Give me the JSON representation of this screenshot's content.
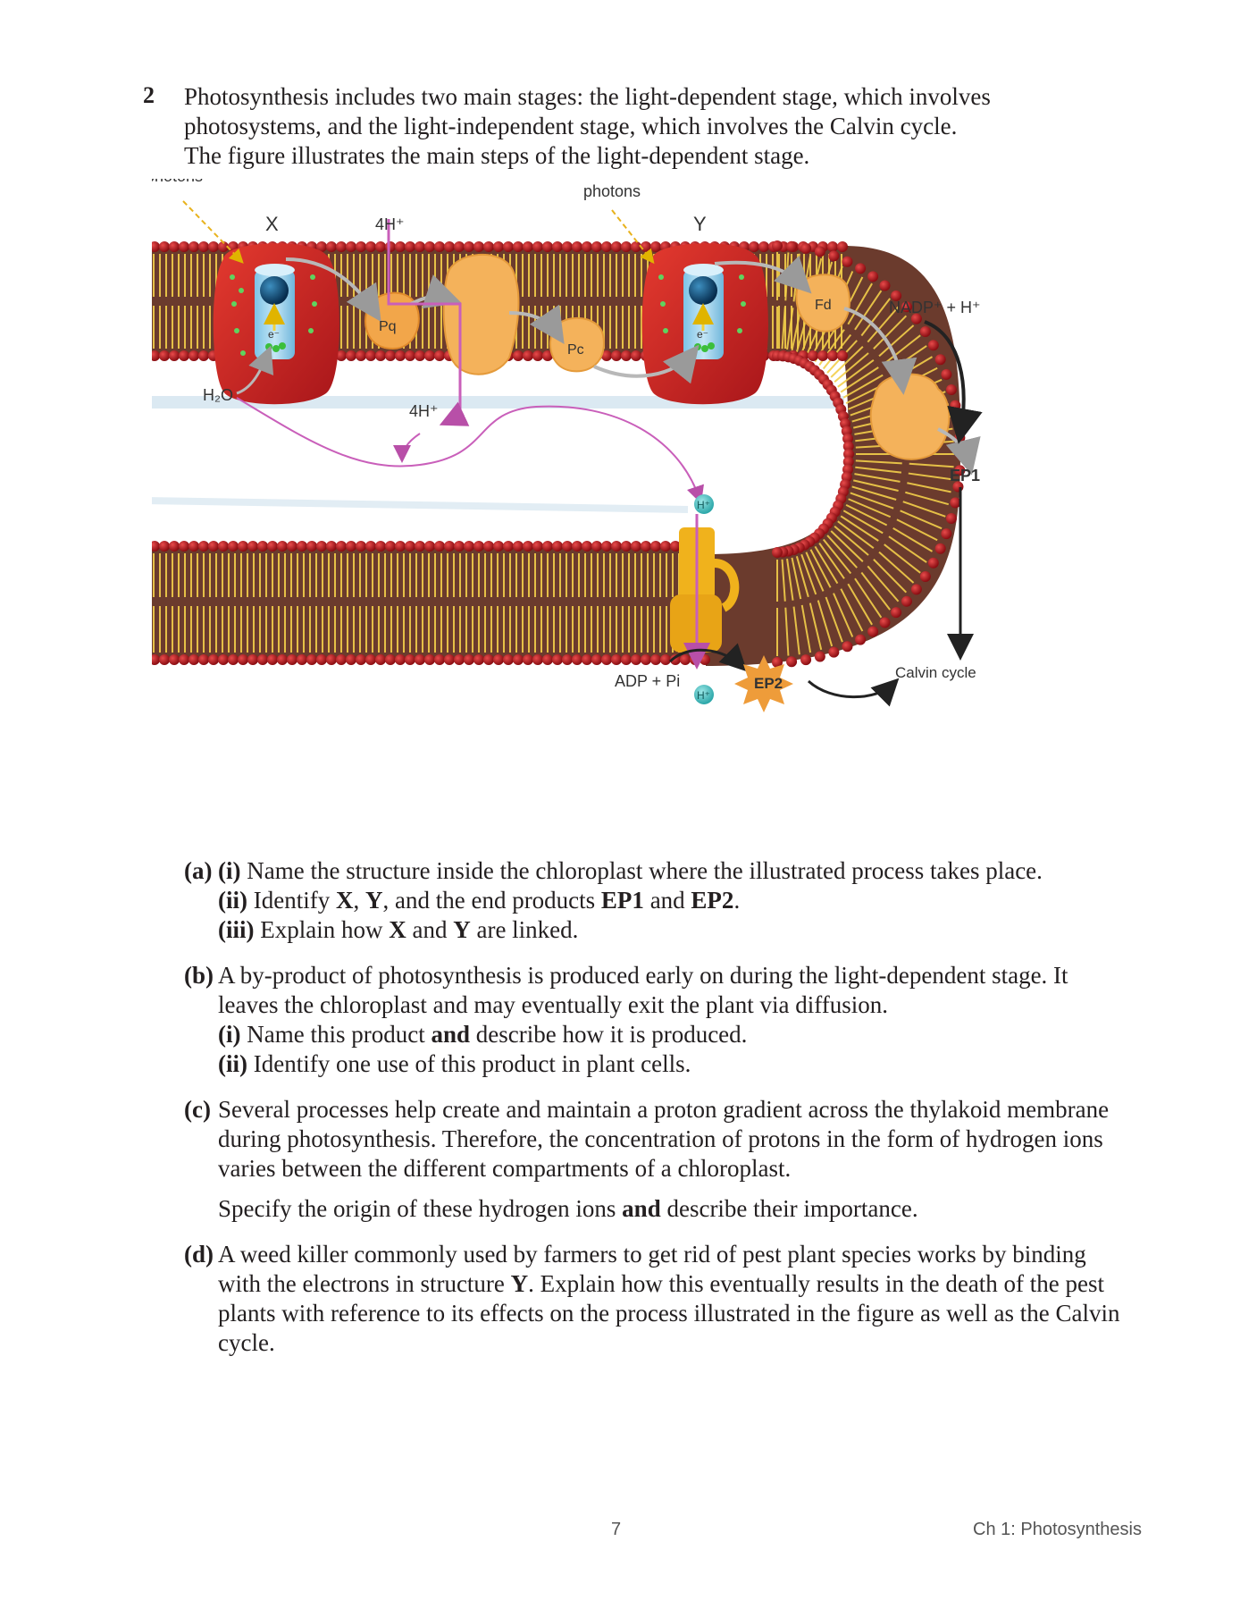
{
  "question": {
    "number": "2",
    "intro_lines": [
      "Photosynthesis includes two main stages: the light-dependent stage, which involves",
      "photosystems, and the light-independent stage, which involves the Calvin cycle.",
      "The figure illustrates the main steps of the light-dependent stage."
    ]
  },
  "figure": {
    "photons_left": "photons",
    "photons_mid": "photons",
    "x_label": "X",
    "y_label": "Y",
    "h4_top": "4H⁺",
    "h4_mid": "4H⁺",
    "pq": "Pq",
    "pc": "Pc",
    "fd": "Fd",
    "e_left": "e⁻",
    "e_right": "e⁻",
    "h2o": "H₂O",
    "nadp": "NADP⁺ + H⁺",
    "ep1": "EP1",
    "ep2": "EP2",
    "h_ion_top": "H⁺",
    "h_ion_bottom": "H⁺",
    "adp": "ADP + Pi",
    "calvin": "Calvin cycle"
  },
  "parts": [
    {
      "label": "(a)",
      "lines": [
        {
          "segments": [
            {
              "b": true,
              "t": "(i)"
            },
            {
              "t": " Name the structure inside the chloroplast where the illustrated process takes place."
            }
          ]
        },
        {
          "segments": [
            {
              "b": true,
              "t": "(ii)"
            },
            {
              "t": " Identify "
            },
            {
              "b": true,
              "t": "X"
            },
            {
              "t": ", "
            },
            {
              "b": true,
              "t": "Y"
            },
            {
              "t": ", and the end products "
            },
            {
              "b": true,
              "t": "EP1"
            },
            {
              "t": " and "
            },
            {
              "b": true,
              "t": "EP2"
            },
            {
              "t": "."
            }
          ]
        },
        {
          "segments": [
            {
              "b": true,
              "t": "(iii)"
            },
            {
              "t": " Explain how "
            },
            {
              "b": true,
              "t": "X"
            },
            {
              "t": " and "
            },
            {
              "b": true,
              "t": "Y"
            },
            {
              "t": " are linked."
            }
          ]
        }
      ]
    },
    {
      "label": "(b)",
      "lines": [
        {
          "segments": [
            {
              "t": "A by-product of photosynthesis is produced early on during the light-dependent stage. It"
            }
          ]
        },
        {
          "segments": [
            {
              "t": "leaves the chloroplast and may eventually exit the plant via diffusion."
            }
          ]
        },
        {
          "segments": [
            {
              "b": true,
              "t": "(i)"
            },
            {
              "t": " Name this product "
            },
            {
              "b": true,
              "t": "and"
            },
            {
              "t": " describe how it is produced."
            }
          ]
        },
        {
          "segments": [
            {
              "b": true,
              "t": "(ii)"
            },
            {
              "t": " Identify one use of this product in plant cells."
            }
          ]
        }
      ]
    },
    {
      "label": "(c)",
      "lines": [
        {
          "segments": [
            {
              "t": "Several processes help create and maintain a proton gradient across the thylakoid membrane"
            }
          ]
        },
        {
          "segments": [
            {
              "t": "during photosynthesis. Therefore, the concentration of protons in the form of hydrogen ions"
            }
          ]
        },
        {
          "segments": [
            {
              "t": "varies between the different compartments of a chloroplast."
            }
          ]
        },
        {
          "gap": true
        },
        {
          "segments": [
            {
              "t": "Specify the origin of these hydrogen ions "
            },
            {
              "b": true,
              "t": "and"
            },
            {
              "t": " describe their importance."
            }
          ]
        }
      ]
    },
    {
      "label": "(d)",
      "lines": [
        {
          "segments": [
            {
              "t": "A weed killer commonly used by farmers to get rid of pest plant species works by binding"
            }
          ]
        },
        {
          "segments": [
            {
              "t": "with the electrons in structure "
            },
            {
              "b": true,
              "t": "Y"
            },
            {
              "t": ". Explain how this eventually results in the death of the pest"
            }
          ]
        },
        {
          "segments": [
            {
              "t": "plants with reference to its effects on the process illustrated in the figure as well as the Calvin"
            }
          ]
        },
        {
          "segments": [
            {
              "t": "cycle."
            }
          ]
        }
      ]
    }
  ],
  "footer": {
    "page_number": "7",
    "chapter": "Ch 1: Photosynthesis"
  }
}
